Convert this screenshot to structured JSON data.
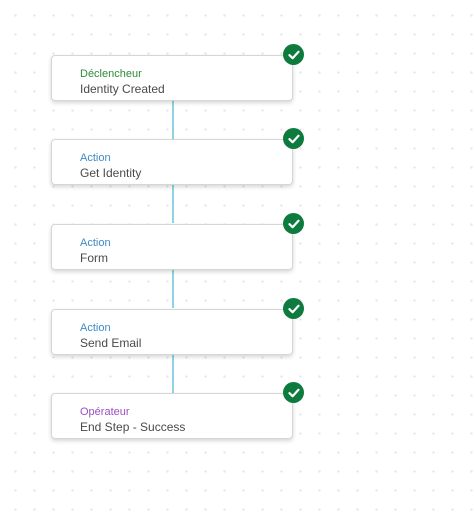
{
  "workflow": {
    "connector_color": "#8fd3e6",
    "status_color": "#0d7a3e",
    "nodes": [
      {
        "type_label": "Déclencheur",
        "type_color": "#2e8b3a",
        "name": "Identity Created",
        "status_icon": "check-circle-icon"
      },
      {
        "type_label": "Action",
        "type_color": "#3d8ac7",
        "name": "Get Identity",
        "status_icon": "check-circle-icon"
      },
      {
        "type_label": "Action",
        "type_color": "#3d8ac7",
        "name": "Form",
        "status_icon": "check-circle-icon"
      },
      {
        "type_label": "Action",
        "type_color": "#3d8ac7",
        "name": "Send Email",
        "status_icon": "check-circle-icon"
      },
      {
        "type_label": "Opérateur",
        "type_color": "#9b4fc0",
        "name": "End Step - Success",
        "status_icon": "check-circle-icon"
      }
    ]
  }
}
